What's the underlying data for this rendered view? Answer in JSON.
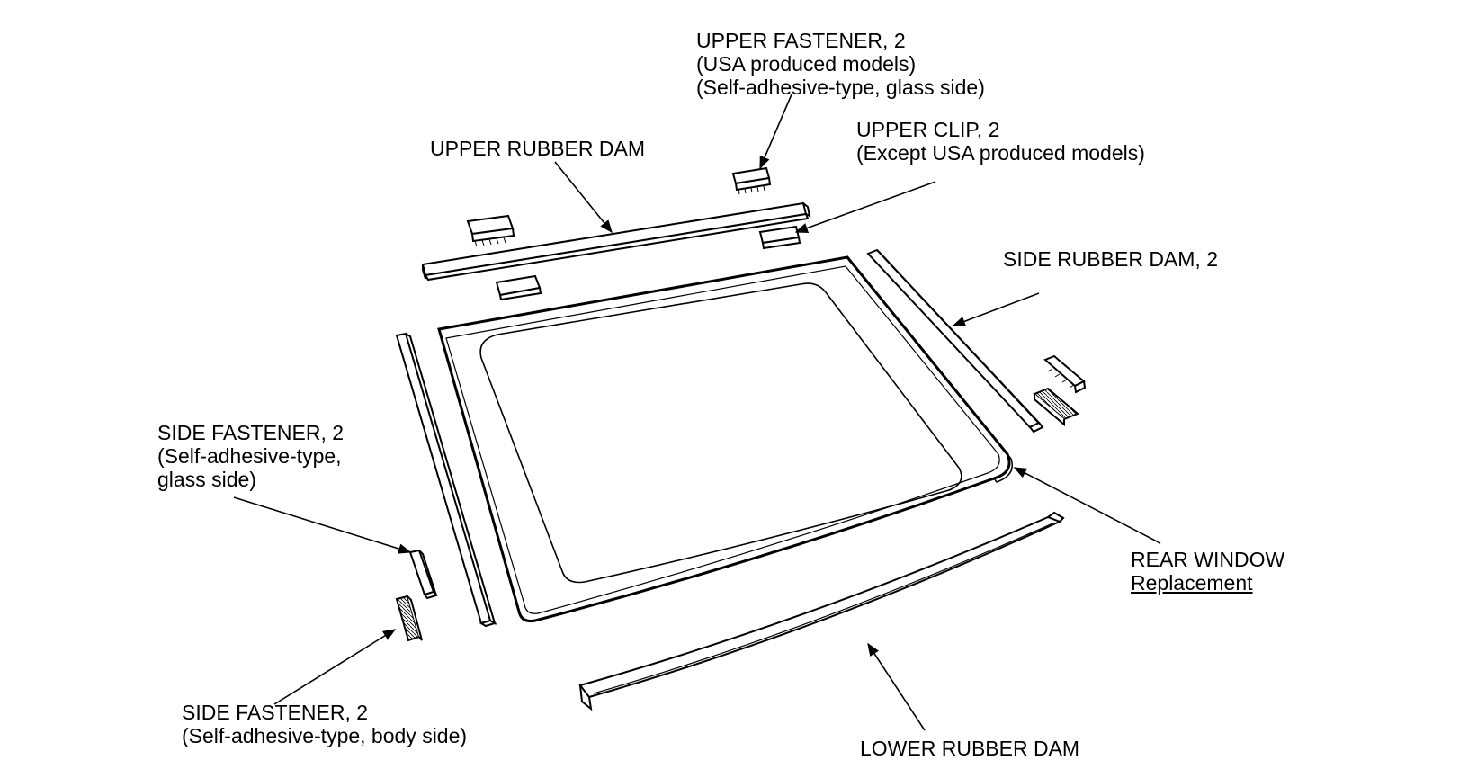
{
  "labels": {
    "upper_fastener": {
      "line1": "UPPER FASTENER, 2",
      "line2": "(USA produced models)",
      "line3": "(Self-adhesive-type, glass side)"
    },
    "upper_rubber_dam": {
      "line1": "UPPER RUBBER DAM"
    },
    "upper_clip": {
      "line1": "UPPER CLIP, 2",
      "line2": "(Except USA produced models)"
    },
    "side_rubber_dam": {
      "line1": "SIDE RUBBER DAM, 2"
    },
    "side_fastener_glass": {
      "line1": "SIDE FASTENER, 2",
      "line2": "(Self-adhesive-type,",
      "line3": "glass side)"
    },
    "rear_window": {
      "line1": "REAR WINDOW",
      "line2": "Replacement"
    },
    "side_fastener_body": {
      "line1": "SIDE FASTENER, 2",
      "line2": "(Self-adhesive-type, body side)"
    },
    "lower_rubber_dam": {
      "line1": "LOWER RUBBER DAM"
    }
  }
}
